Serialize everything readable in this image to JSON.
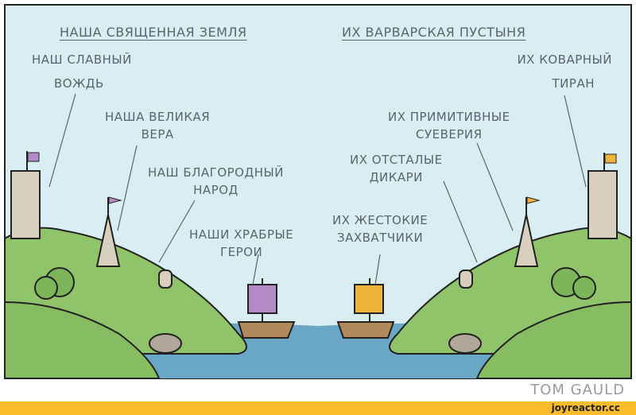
{
  "titles": {
    "left": "НАША СВЯЩЕННАЯ ЗЕМЛЯ",
    "right": "ИХ ВАРВАРСКАЯ ПУСТЫНЯ"
  },
  "left_labels": {
    "leader": [
      "НАШ СЛАВНЫЙ",
      "ВОЖДЬ"
    ],
    "faith": [
      "НАША ВЕЛИКАЯ",
      "ВЕРА"
    ],
    "people": [
      "НАШ БЛАГОРОДНЫЙ",
      "НАРОД"
    ],
    "heroes": [
      "НАШИ ХРАБРЫЕ",
      "ГЕРОИ"
    ]
  },
  "right_labels": {
    "leader": [
      "ИХ КОВАРНЫЙ",
      "ТИРАН"
    ],
    "faith": [
      "ИХ ПРИМИТИВНЫЕ",
      "СУЕВЕРИЯ"
    ],
    "people": [
      "ИХ ОТСТАЛЫЕ",
      "ДИКАРИ"
    ],
    "heroes": [
      "ИХ ЖЕСТОКИЕ",
      "ЗАХВАТЧИКИ"
    ]
  },
  "credit": "TOM GAULD",
  "site": "joyreactor.cc",
  "colors": {
    "sky": "#d9eef2",
    "grass": "#8fc46a",
    "water": "#6aa6c6",
    "left_flag": "#b48ac6",
    "right_flag": "#f0b43c",
    "footer": "#f9bd2b"
  }
}
